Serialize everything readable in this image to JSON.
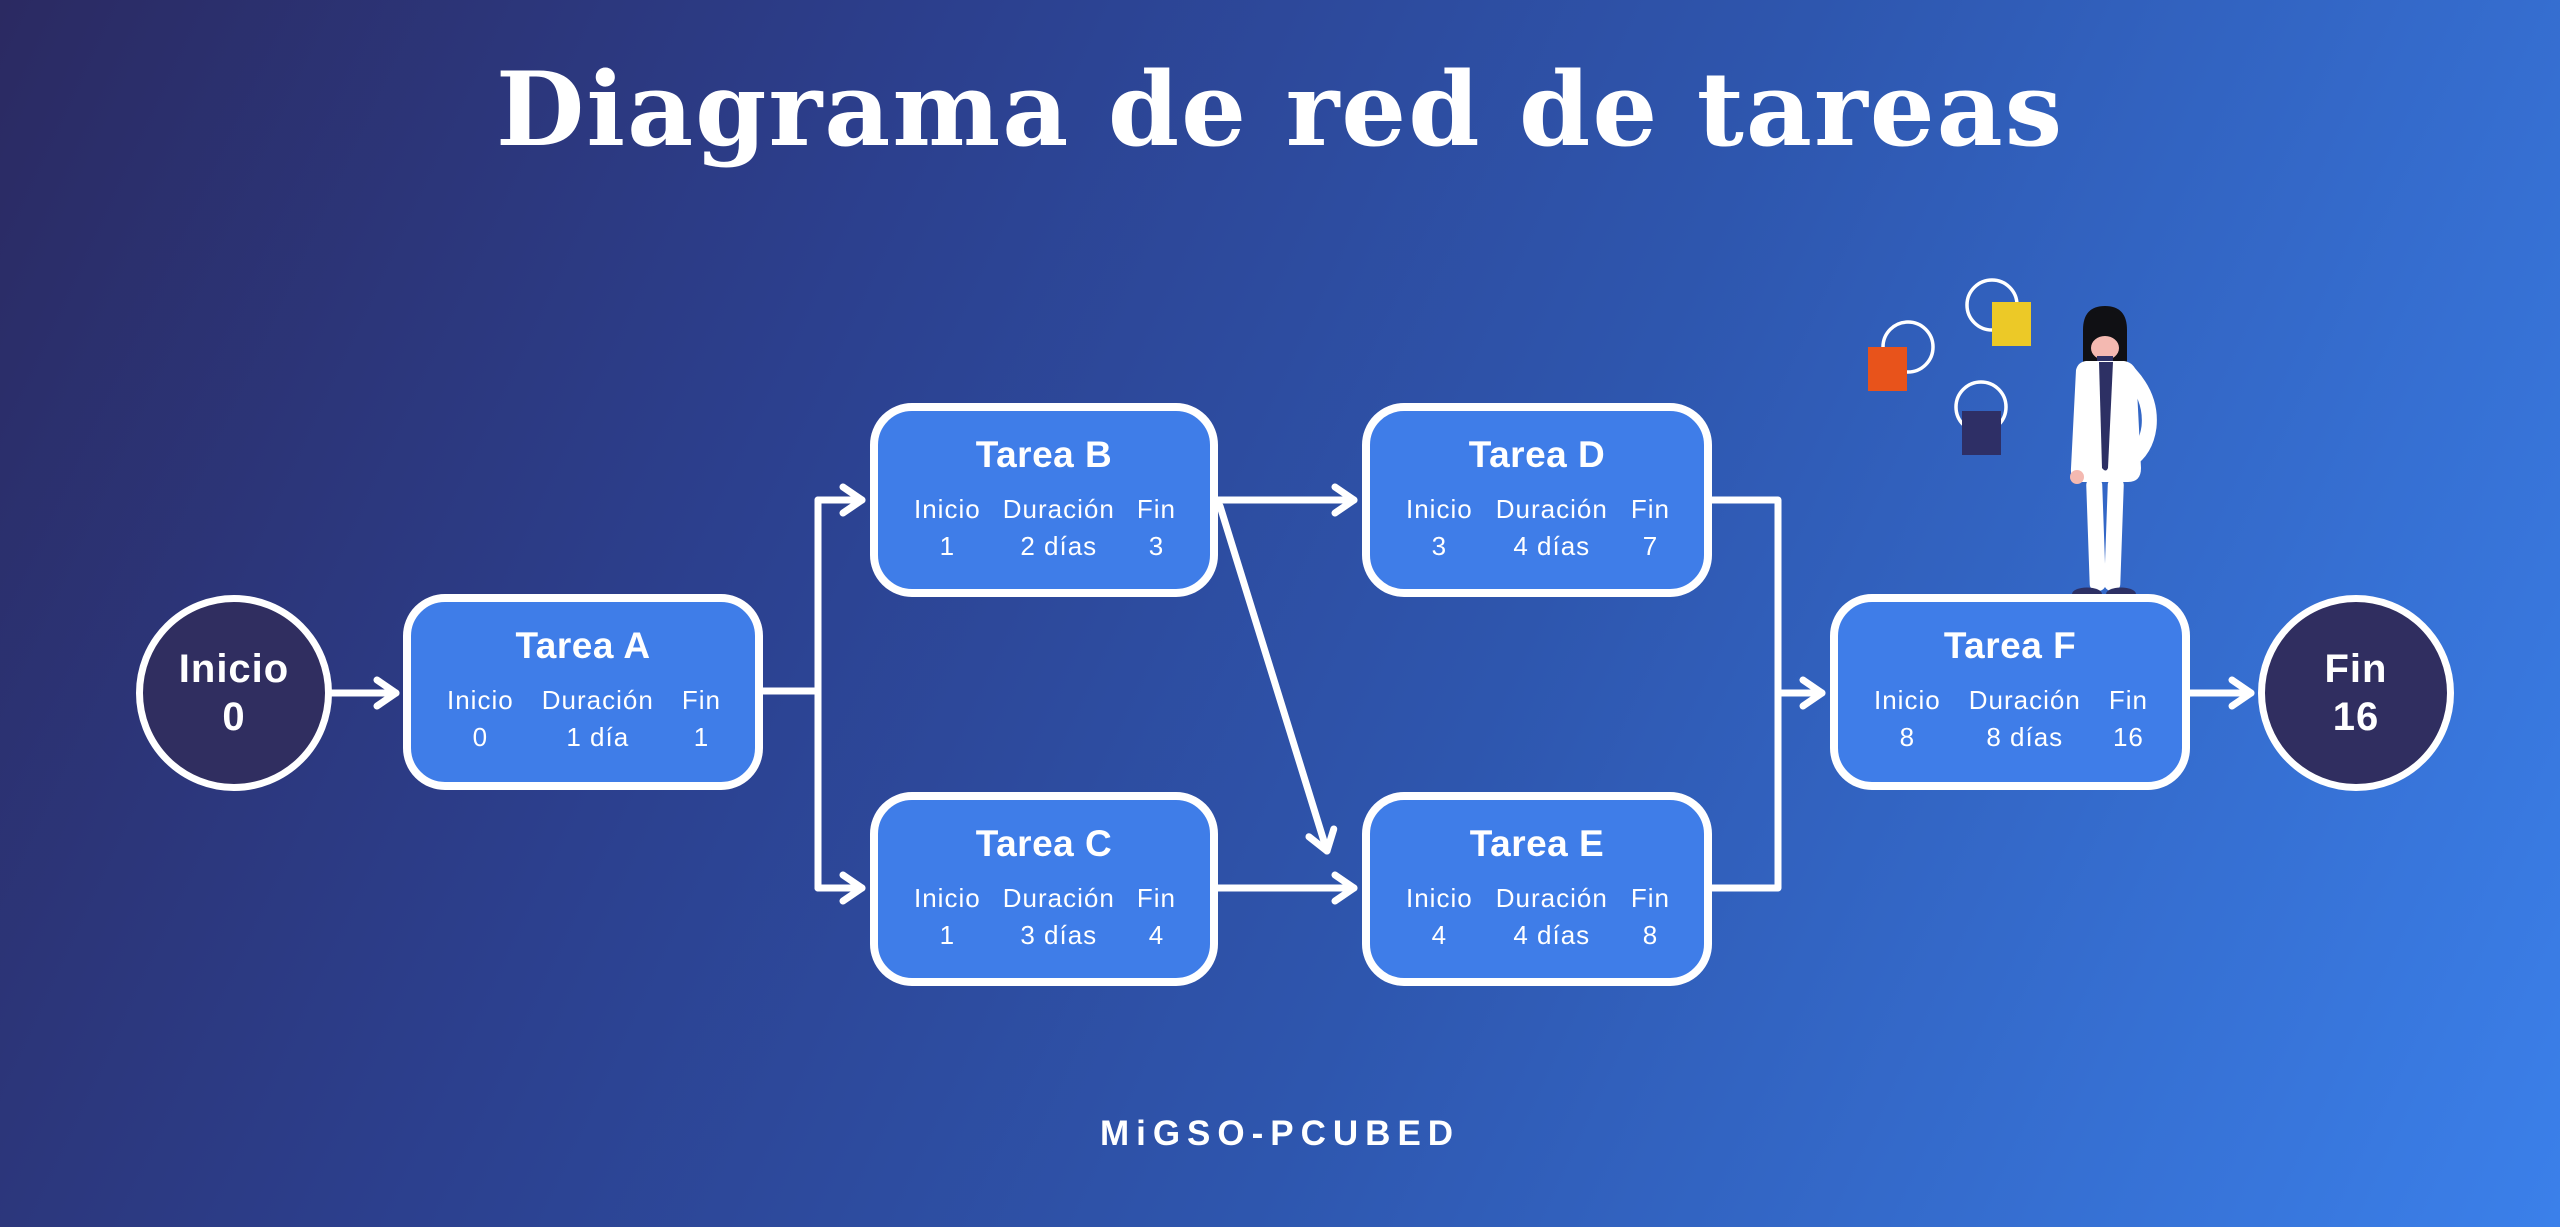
{
  "title": "Diagrama de red de tareas",
  "logo": "MiGSO-PCUBED",
  "labels": {
    "inicio": "Inicio",
    "duracion": "Duración",
    "fin": "Fin"
  },
  "start_node": {
    "label": "Inicio",
    "value": "0"
  },
  "end_node": {
    "label": "Fin",
    "value": "16"
  },
  "tasks": [
    {
      "name": "Tarea A",
      "inicio": "0",
      "duracion": "1 día",
      "fin": "1"
    },
    {
      "name": "Tarea B",
      "inicio": "1",
      "duracion": "2 días",
      "fin": "3"
    },
    {
      "name": "Tarea C",
      "inicio": "1",
      "duracion": "3 días",
      "fin": "4"
    },
    {
      "name": "Tarea D",
      "inicio": "3",
      "duracion": "4 días",
      "fin": "7"
    },
    {
      "name": "Tarea E",
      "inicio": "4",
      "duracion": "4 días",
      "fin": "8"
    },
    {
      "name": "Tarea F",
      "inicio": "8",
      "duracion": "8 días",
      "fin": "16"
    }
  ],
  "edges": [
    {
      "from": "Inicio",
      "to": "Tarea A"
    },
    {
      "from": "Tarea A",
      "to": "Tarea B"
    },
    {
      "from": "Tarea A",
      "to": "Tarea C"
    },
    {
      "from": "Tarea B",
      "to": "Tarea D"
    },
    {
      "from": "Tarea B",
      "to": "Tarea E"
    },
    {
      "from": "Tarea C",
      "to": "Tarea E"
    },
    {
      "from": "Tarea D",
      "to": "Tarea F"
    },
    {
      "from": "Tarea E",
      "to": "Tarea F"
    },
    {
      "from": "Tarea F",
      "to": "Fin"
    }
  ],
  "colors": {
    "background_top_left": "#2b2a62",
    "background_bottom_right": "#3b80ea",
    "task_box_fill": "#3f7de8",
    "node_circle_fill": "#302e60",
    "connector": "#ffffff",
    "decoration_orange": "#e8531b",
    "decoration_yellow": "#ecc927",
    "decoration_navy": "#2e2f66"
  }
}
